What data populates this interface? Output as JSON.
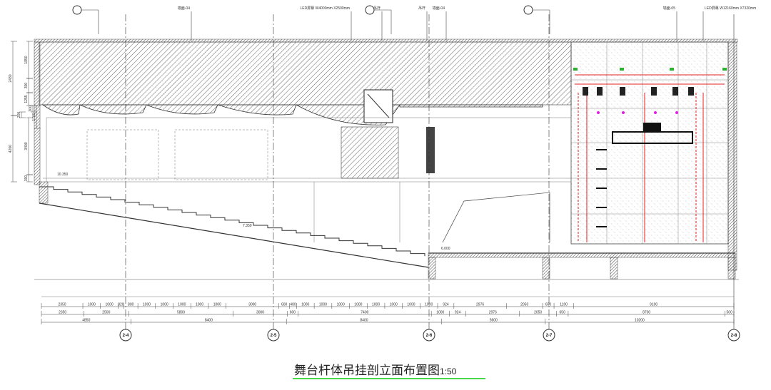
{
  "title": {
    "text": "舞台杆体吊挂剖立面布置图",
    "scale": "1:50",
    "underline_color": "#49d94a"
  },
  "grid_axes": [
    "2-4",
    "2-5",
    "2-6",
    "2-7",
    "2-8"
  ],
  "leaders": [
    {
      "text": "墙面-04"
    },
    {
      "text": "LED屏幕 W4000mm X2500mm"
    },
    {
      "text": "吊杆"
    },
    {
      "text": "吊杆"
    },
    {
      "text": "墙面-04"
    },
    {
      "text": "墙面-05"
    },
    {
      "text": "LED屏幕 W12160mm X7320mm"
    }
  ],
  "dimensions": {
    "row1": [
      "2350",
      "1000",
      "1000",
      "320",
      "800",
      "1000",
      "1000",
      "1000",
      "1000",
      "1000",
      "3000",
      "600",
      "400",
      "1000",
      "1000",
      "1000",
      "1000",
      "1000",
      "1000",
      "1000",
      "1000",
      "924",
      "2976",
      "2050",
      "650",
      "1100",
      "9100"
    ],
    "row2": [
      "2350",
      "2500",
      "5800",
      "3000",
      "600",
      "7400",
      "1000",
      "924",
      "2976",
      "2050",
      "650",
      "8700",
      "500"
    ],
    "row3": [
      "4850",
      "8400",
      "8400",
      "5600",
      "10200"
    ]
  },
  "left_dimensions": [
    "2430",
    "1850",
    "300",
    "1255",
    "300",
    "200",
    "1700",
    "4200",
    "3400",
    "300"
  ],
  "elevations": [
    "10.350",
    "7.350",
    "6.000"
  ],
  "colors": {
    "hatch": "#555555",
    "red_rigging": "#e02020",
    "magenta": "#e020e0",
    "green_tag": "#30b030"
  }
}
